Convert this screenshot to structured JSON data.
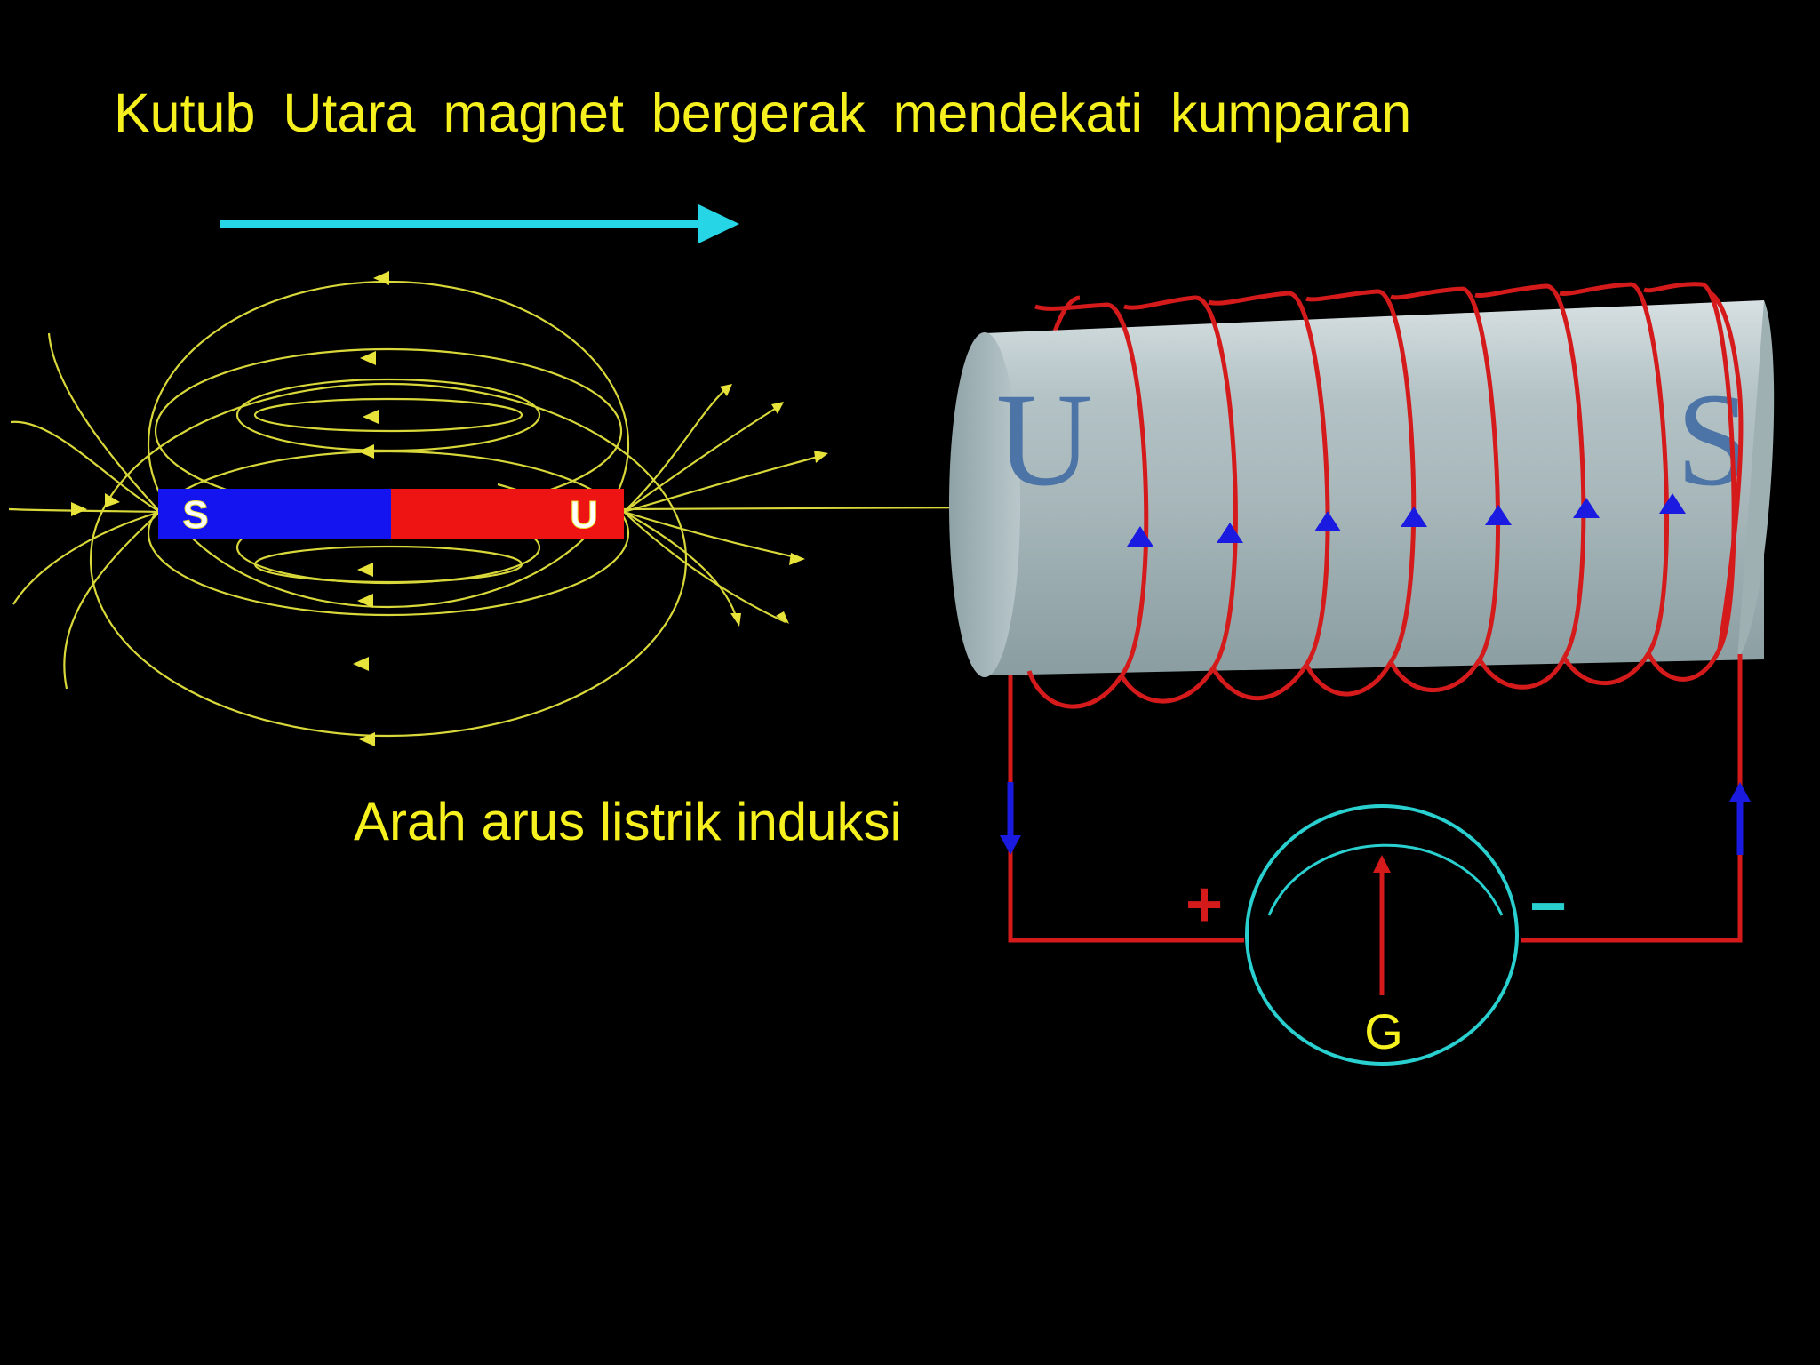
{
  "slide": {
    "title": "Kutub Utara magnet bergerak mendekati kumparan",
    "current_label": "Arah arus listrik induksi"
  },
  "magnet": {
    "south_pole_label": "S",
    "north_pole_label": "U"
  },
  "coil": {
    "left_pole_label": "U",
    "right_pole_label": "S"
  },
  "galvanometer": {
    "label": "G",
    "plus_sign": "+",
    "minus_sign": "−"
  },
  "colors": {
    "text": "#f5f01e",
    "motion_arrow": "#27d6e6",
    "field_lines": "#d9d83a",
    "magnet_south": "#1414f0",
    "magnet_north": "#ee1414",
    "wire": "#d41a1a",
    "current_arrows": "#1a1ae0",
    "galvanometer": "#2ad0d0",
    "coil_core": "#a9b9bc",
    "coil_pole_letters": "#4d74a6"
  },
  "icons": {
    "motion": "right-arrow-icon",
    "current": "arrow-icon"
  }
}
